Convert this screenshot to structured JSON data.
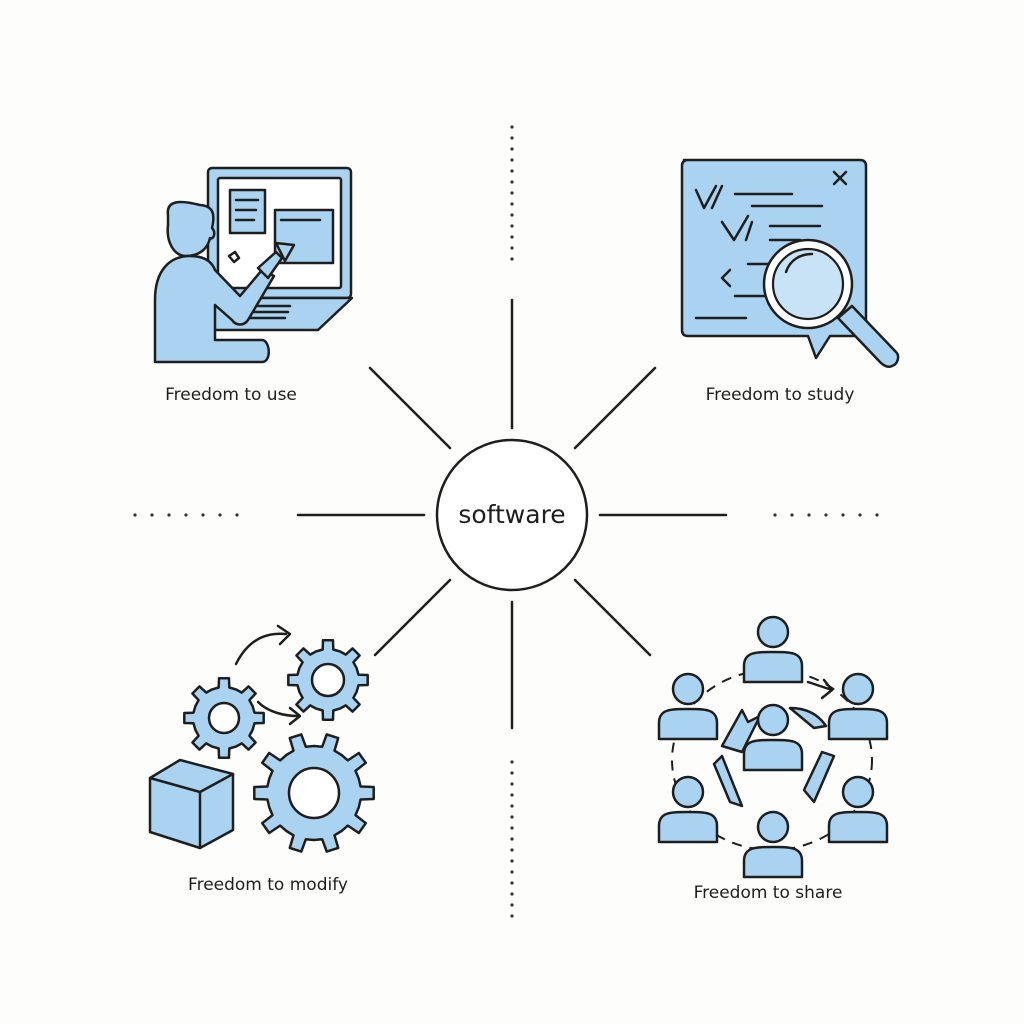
{
  "hub": {
    "label": "software"
  },
  "freedoms": [
    {
      "label": "Freedom to use",
      "icon": "person-at-laptop-icon"
    },
    {
      "label": "Freedom to study",
      "icon": "code-magnifier-icon"
    },
    {
      "label": "Freedom to modify",
      "icon": "gears-and-box-icon"
    },
    {
      "label": "Freedom to share",
      "icon": "people-network-icon"
    }
  ],
  "colors": {
    "icon_fill": "#a9d3f0",
    "stroke": "#1e1e1e",
    "background": "#fdfdfc"
  }
}
